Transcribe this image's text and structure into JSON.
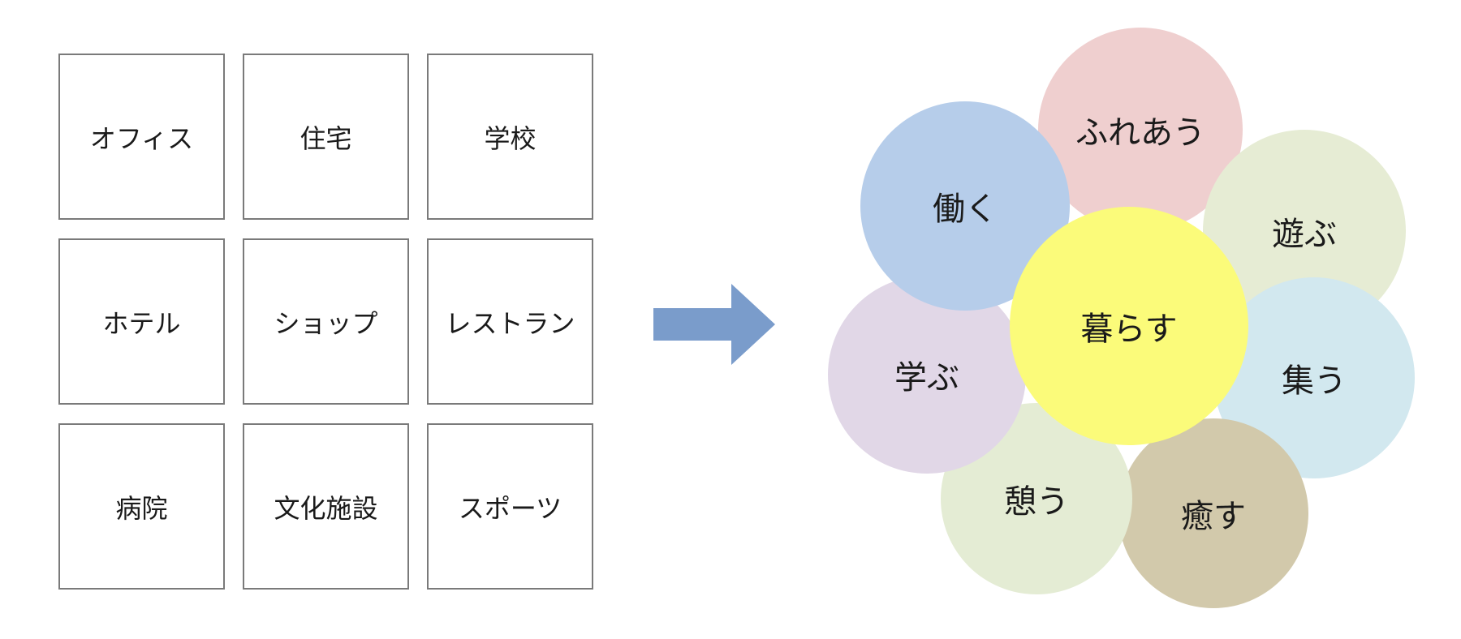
{
  "grid_items": [
    "オフィス",
    "住宅",
    "学校",
    "ホテル",
    "ショップ",
    "レストラン",
    "病院",
    "文化施設",
    "スポーツ"
  ],
  "flower": {
    "center": "暮らす",
    "petals": {
      "fureau": "ふれあう",
      "hataraku": "働く",
      "asobu": "遊ぶ",
      "atsumau": "集う",
      "iyasu": "癒す",
      "ikou": "憩う",
      "manabu": "学ぶ"
    }
  },
  "colors": {
    "grid_border": "#7a7a7a",
    "arrow": "#7a9ccb",
    "center": "#fbfb7a",
    "fureau": "#efcfcf",
    "hataraku": "#b6cdea",
    "asobu": "#e6ecd4",
    "atsumau": "#d2e8ef",
    "iyasu": "#d2c9ab",
    "ikou": "#e4ecd4",
    "manabu": "#e1d7e7"
  }
}
